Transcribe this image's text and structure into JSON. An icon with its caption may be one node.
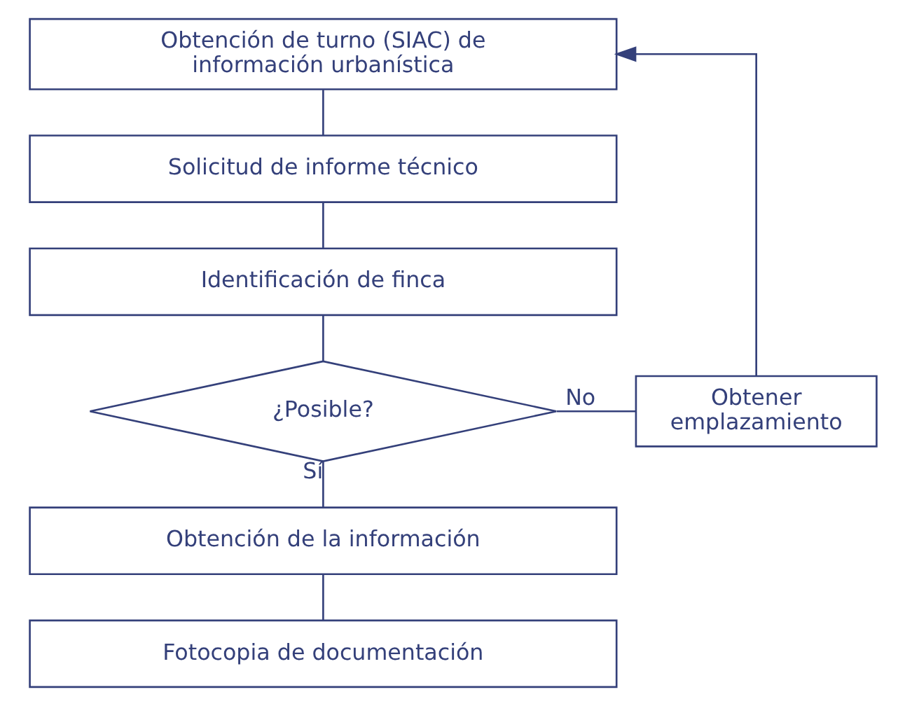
{
  "diagram": {
    "nodes": [
      {
        "text": [
          "Obtención de turno (SIAC) de información urbanística"
        ]
      },
      {
        "text": [
          "Solicitud de informe técnico"
        ]
      },
      {
        "text": [
          "Identificación de finca"
        ]
      },
      {
        "text": [
          "¿Posible?"
        ]
      },
      {
        "text": [
          "Obtener emplazamiento"
        ]
      },
      {
        "text": [
          "Obtención de la información"
        ]
      },
      {
        "text": [
          "Fotocopia de documentación"
        ]
      }
    ],
    "edges": [
      {
        "from": 0,
        "to": 1,
        "arrow": "none"
      },
      {
        "from": 1,
        "to": 2,
        "arrow": "none"
      },
      {
        "from": 2,
        "to": 3,
        "arrow": "none"
      },
      {
        "from": 3,
        "to": 4,
        "arrow": "none",
        "label": "No"
      },
      {
        "from": 4,
        "to": 0,
        "arrow": "to"
      },
      {
        "from": 3,
        "to": 5,
        "arrow": "none",
        "label": "Sí"
      },
      {
        "from": 5,
        "to": 6,
        "arrow": "none"
      }
    ]
  }
}
